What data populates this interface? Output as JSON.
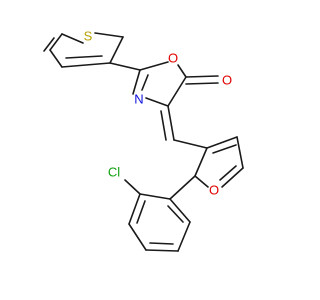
{
  "molecule": {
    "atoms": [
      {
        "id": "s1",
        "symbol": "S",
        "color": "#b8a000"
      },
      {
        "id": "o1",
        "symbol": "O",
        "color": "#e00000"
      },
      {
        "id": "o2",
        "symbol": "O",
        "color": "#e00000"
      },
      {
        "id": "n1",
        "symbol": "N",
        "color": "#1010e0"
      },
      {
        "id": "o3",
        "symbol": "O",
        "color": "#e00000"
      },
      {
        "id": "cl1",
        "symbol": "Cl",
        "color": "#10a010"
      }
    ],
    "bond_color": "#1a1a1a"
  }
}
